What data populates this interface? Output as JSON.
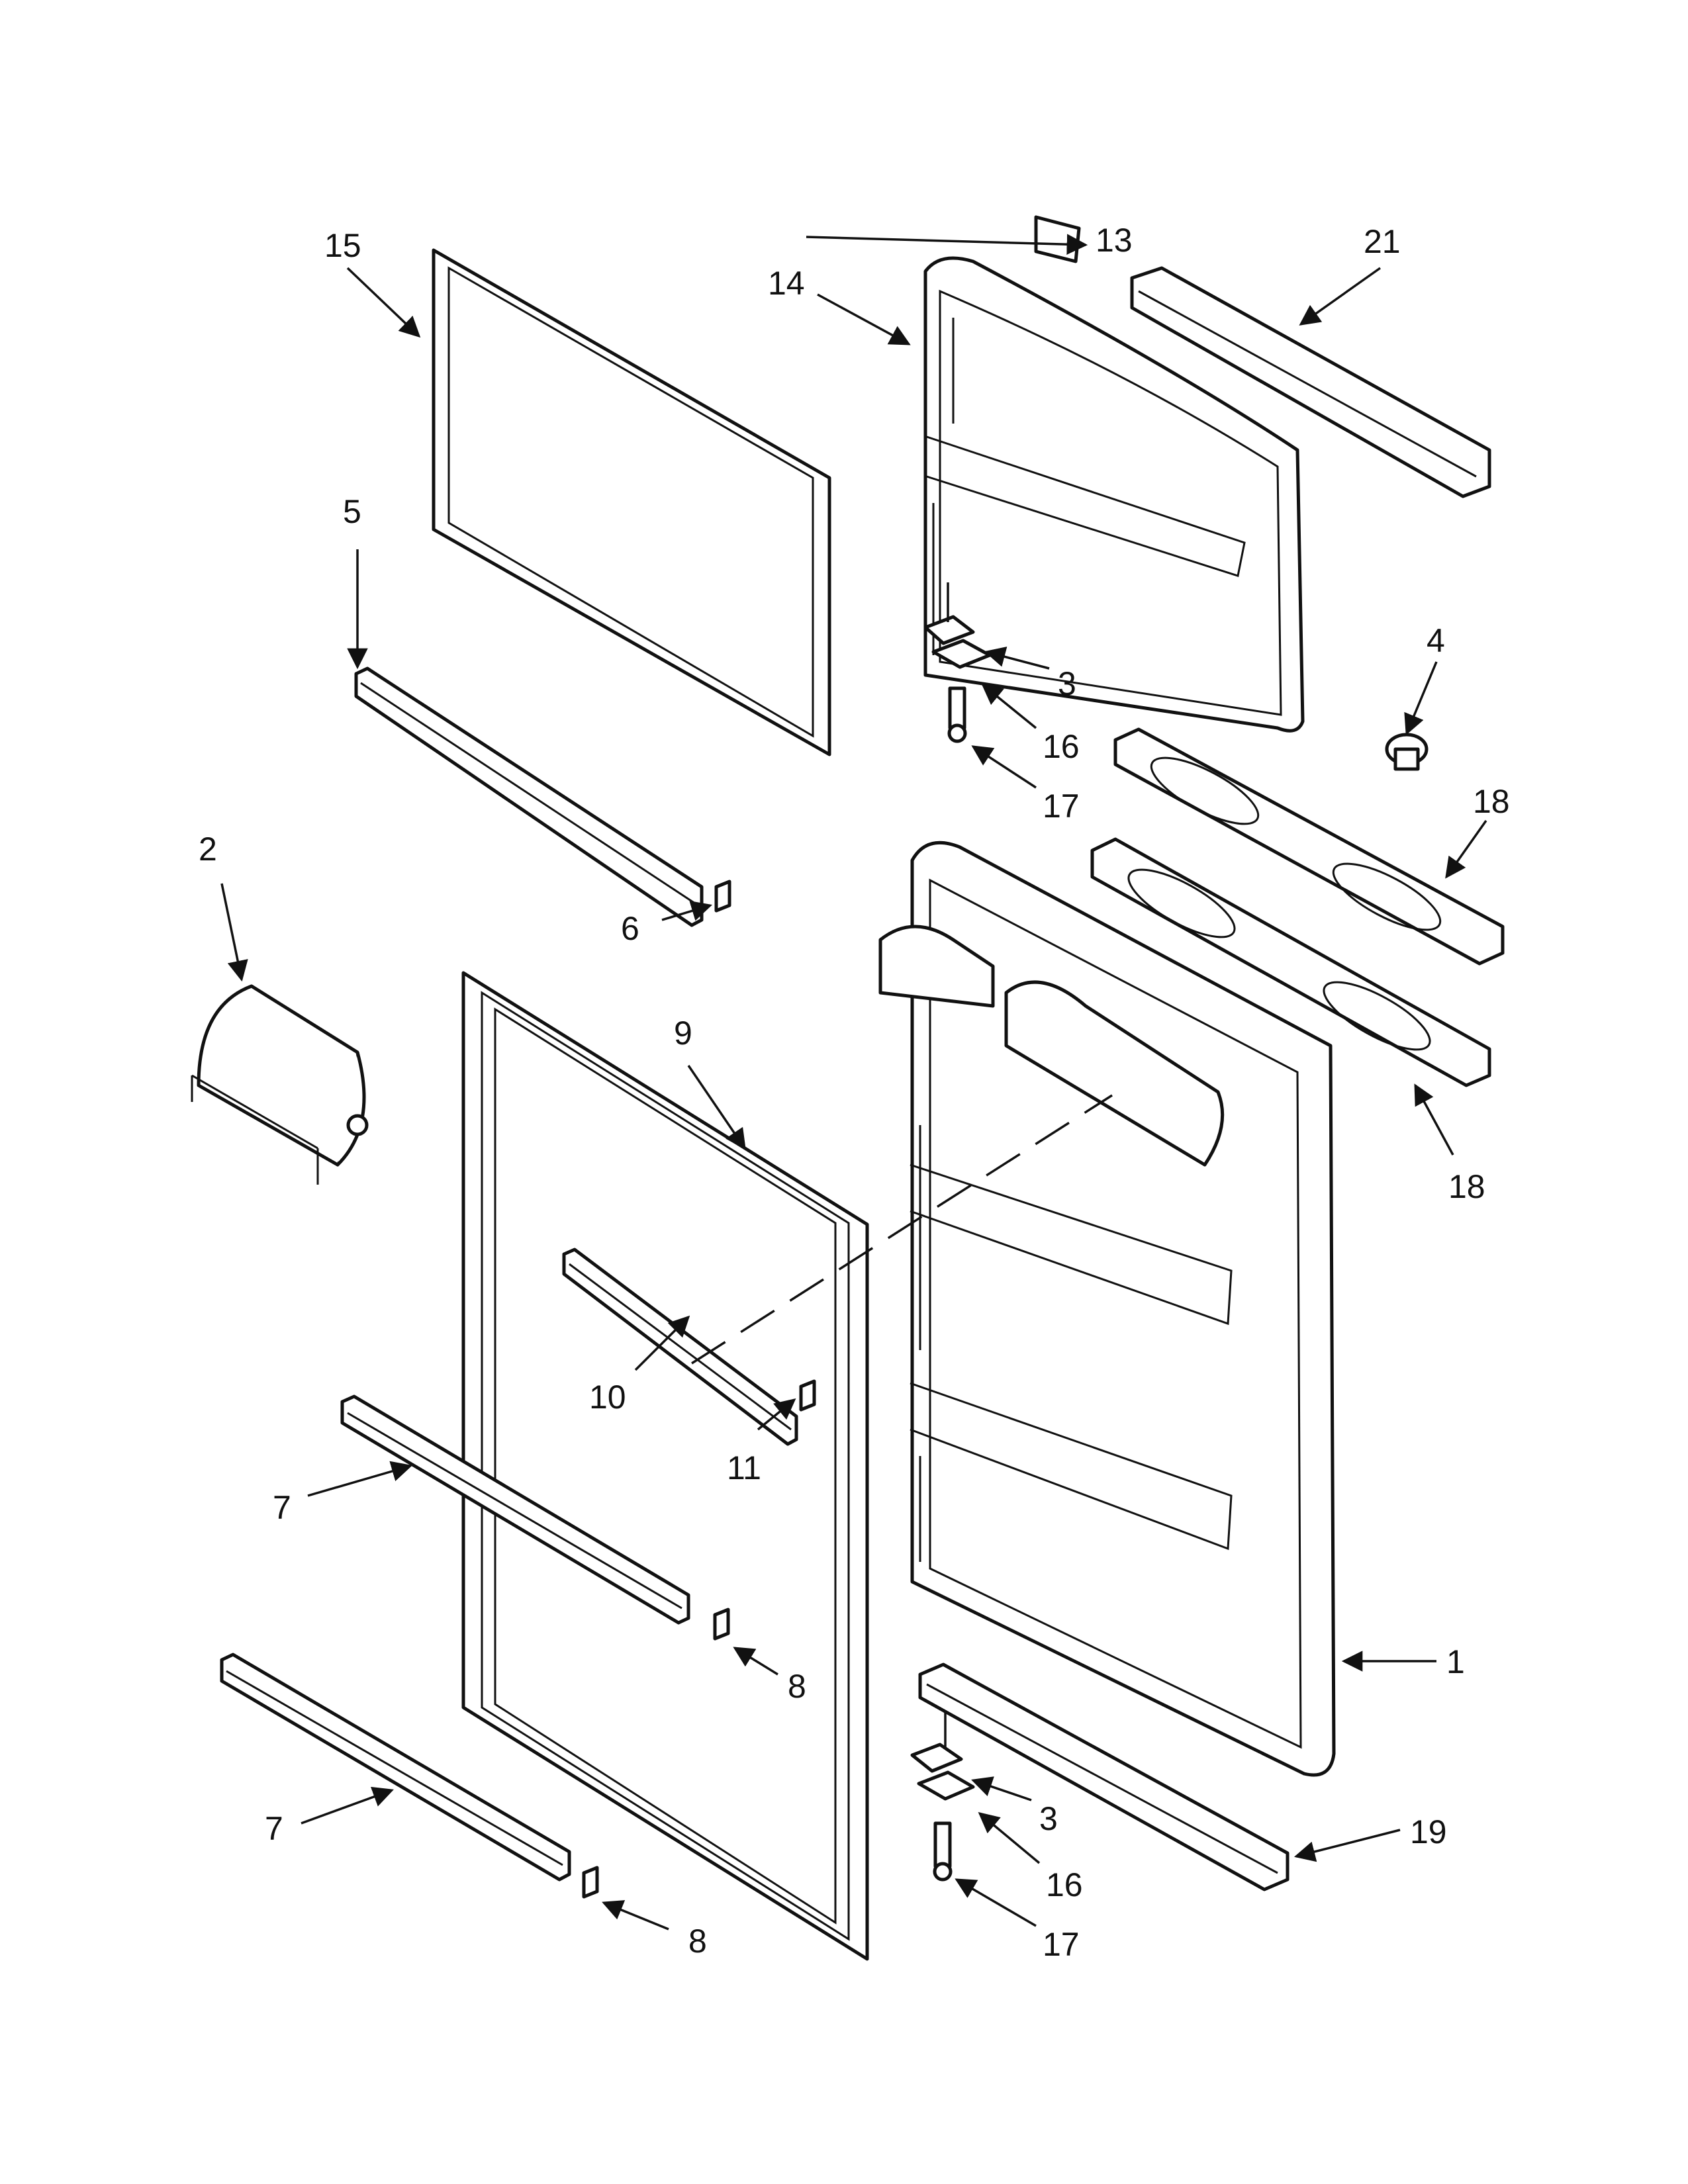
{
  "diagram": {
    "background": "#ffffff",
    "ink": "#111111",
    "callouts": [
      {
        "id": "c1",
        "label": "1"
      },
      {
        "id": "c2",
        "label": "2"
      },
      {
        "id": "c3a",
        "label": "3"
      },
      {
        "id": "c3b",
        "label": "3"
      },
      {
        "id": "c4",
        "label": "4"
      },
      {
        "id": "c5",
        "label": "5"
      },
      {
        "id": "c6",
        "label": "6"
      },
      {
        "id": "c7a",
        "label": "7"
      },
      {
        "id": "c7b",
        "label": "7"
      },
      {
        "id": "c8a",
        "label": "8"
      },
      {
        "id": "c8b",
        "label": "8"
      },
      {
        "id": "c9",
        "label": "9"
      },
      {
        "id": "c10",
        "label": "10"
      },
      {
        "id": "c11",
        "label": "11"
      },
      {
        "id": "c13",
        "label": "13"
      },
      {
        "id": "c14",
        "label": "14"
      },
      {
        "id": "c15",
        "label": "15"
      },
      {
        "id": "c16a",
        "label": "16"
      },
      {
        "id": "c16b",
        "label": "16"
      },
      {
        "id": "c17a",
        "label": "17"
      },
      {
        "id": "c17b",
        "label": "17"
      },
      {
        "id": "c18a",
        "label": "18"
      },
      {
        "id": "c18b",
        "label": "18"
      },
      {
        "id": "c19",
        "label": "19"
      },
      {
        "id": "c21",
        "label": "21"
      }
    ]
  }
}
